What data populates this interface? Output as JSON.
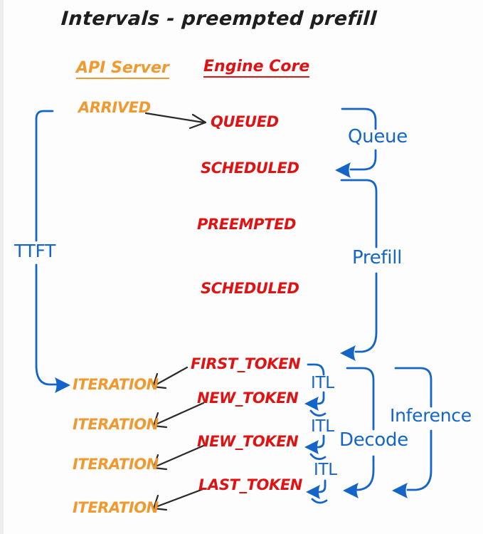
{
  "title": "Intervals - preempted prefill",
  "colors": {
    "orange": "#F0992E",
    "red": "#DF1313",
    "blue": "#1565C8",
    "ink": "#1E1E1E",
    "background": "#FDFDFD"
  },
  "columns": {
    "api_server": "API Server",
    "engine_core": "Engine Core"
  },
  "api_events": {
    "arrived": "ARRIVED",
    "iteration_1": "ITERATION",
    "iteration_2": "ITERATION",
    "iteration_3": "ITERATION",
    "iteration_4": "ITERATION"
  },
  "engine_events": {
    "queued": "QUEUED",
    "scheduled_1": "SCHEDULED",
    "preempted": "PREEMPTED",
    "scheduled_2": "SCHEDULED",
    "first_token": "FIRST_TOKEN",
    "new_token_1": "NEW_TOKEN",
    "new_token_2": "NEW_TOKEN",
    "last_token": "LAST_TOKEN"
  },
  "intervals": {
    "ttft": "TTFT",
    "queue": "Queue",
    "prefill": "Prefill",
    "itl_1": "ITL",
    "itl_2": "ITL",
    "itl_3": "ITL",
    "decode": "Decode",
    "inference": "Inference"
  }
}
